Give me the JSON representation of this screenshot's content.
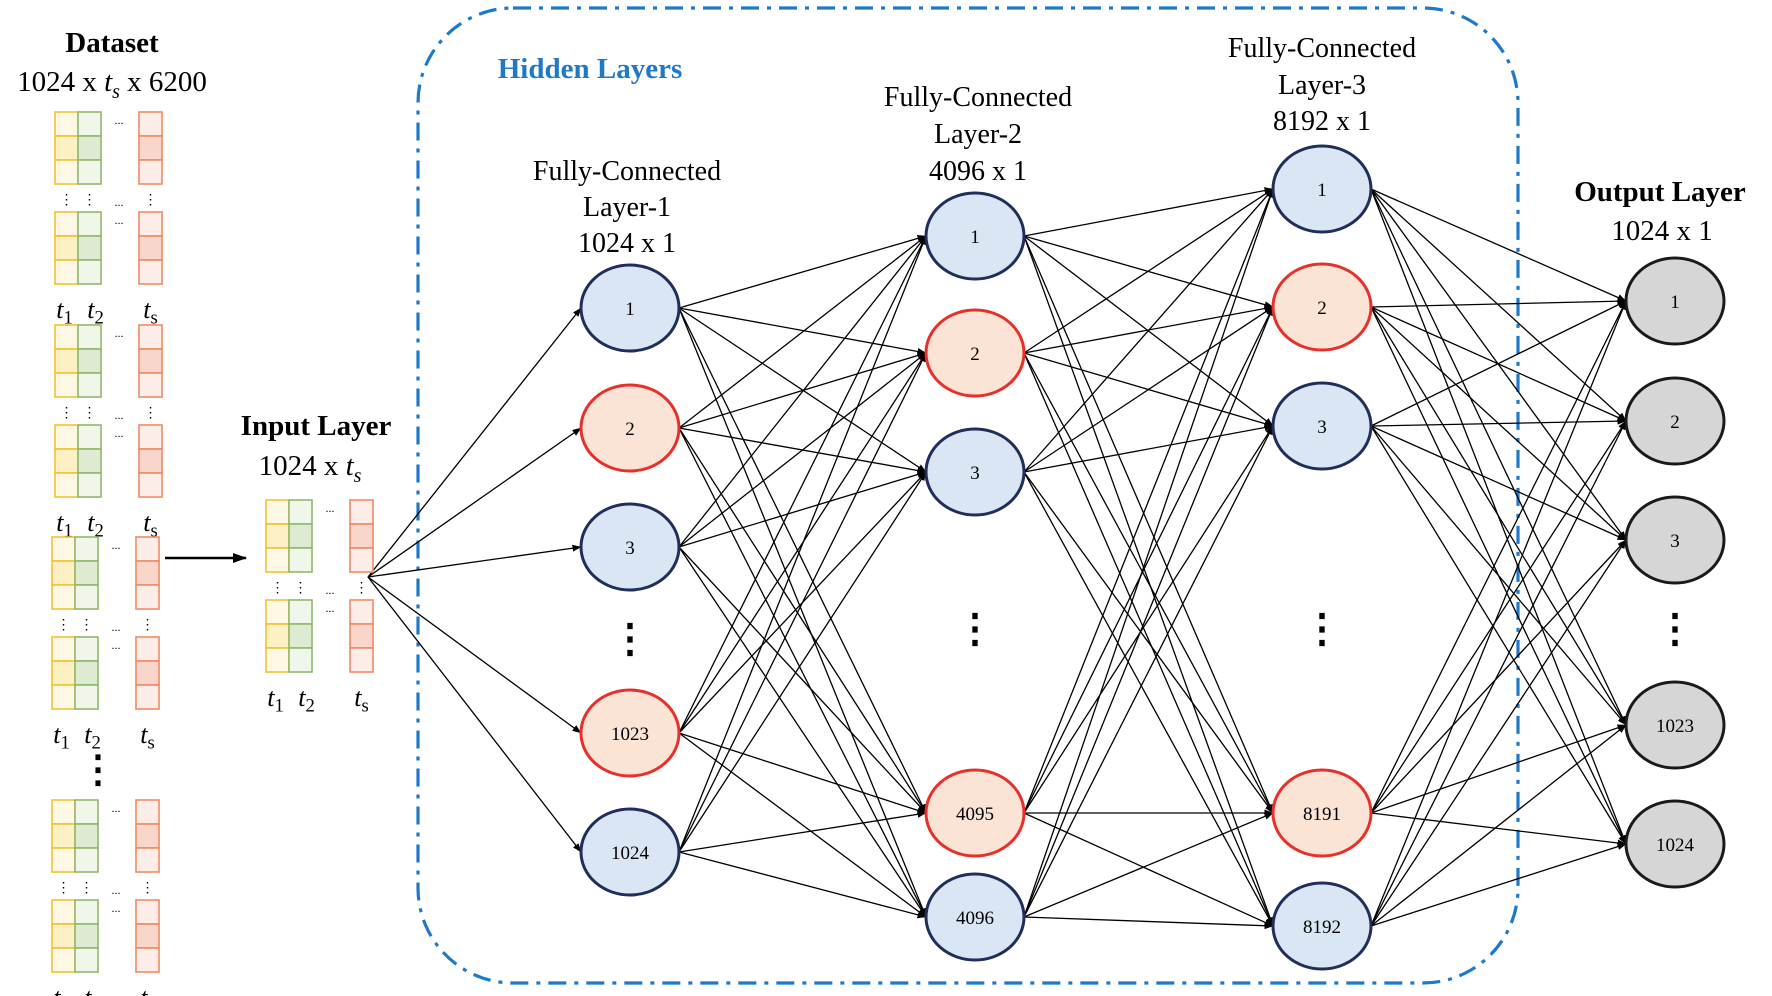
{
  "dataset": {
    "title": "Dataset",
    "shape_prefix": "1024 x ",
    "shape_var": "t",
    "shape_sub": "s",
    "shape_suffix": " x 6200",
    "label_t1": "t",
    "label_t1_sub": "1",
    "label_t2": "t",
    "label_t2_sub": "2",
    "label_ts": "t",
    "label_ts_sub": "s",
    "ellipsis": "⋮",
    "dots": "..."
  },
  "input_layer": {
    "title": "Input Layer",
    "shape_prefix": "1024 x ",
    "shape_var": "t",
    "shape_sub": "s"
  },
  "hidden": {
    "title": "Hidden Layers",
    "fc1": {
      "line1": "Fully-Connected",
      "line2": "Layer-1",
      "line3": "1024 x 1"
    },
    "fc2": {
      "line1": "Fully-Connected",
      "line2": "Layer-2",
      "line3": "4096 x 1"
    },
    "fc3": {
      "line1": "Fully-Connected",
      "line2": "Layer-3",
      "line3": "8192 x 1"
    }
  },
  "output_layer": {
    "title": "Output Layer",
    "shape": "1024 x 1"
  },
  "layers": [
    {
      "id": "fc1",
      "nodes": [
        {
          "label": "1",
          "status": "normal"
        },
        {
          "label": "2",
          "status": "highlight"
        },
        {
          "label": "3",
          "status": "normal"
        },
        {
          "label": "1023",
          "status": "highlight"
        },
        {
          "label": "1024",
          "status": "normal"
        }
      ]
    },
    {
      "id": "fc2",
      "nodes": [
        {
          "label": "1",
          "status": "normal"
        },
        {
          "label": "2",
          "status": "highlight"
        },
        {
          "label": "3",
          "status": "normal"
        },
        {
          "label": "4095",
          "status": "highlight"
        },
        {
          "label": "4096",
          "status": "normal"
        }
      ]
    },
    {
      "id": "fc3",
      "nodes": [
        {
          "label": "1",
          "status": "normal"
        },
        {
          "label": "2",
          "status": "highlight"
        },
        {
          "label": "3",
          "status": "normal"
        },
        {
          "label": "8191",
          "status": "highlight"
        },
        {
          "label": "8192",
          "status": "normal"
        }
      ]
    },
    {
      "id": "out",
      "nodes": [
        {
          "label": "1",
          "status": "output"
        },
        {
          "label": "2",
          "status": "output"
        },
        {
          "label": "3",
          "status": "output"
        },
        {
          "label": "1023",
          "status": "output"
        },
        {
          "label": "1024",
          "status": "output"
        }
      ]
    }
  ],
  "colors": {
    "normal_fill": "#dae6f3",
    "normal_stroke": "#1f2e5a",
    "highlight_fill": "#fbe3d6",
    "highlight_stroke": "#e8302a",
    "output_fill": "#d6d6d6",
    "output_stroke": "#1a1a1a",
    "hidden_border": "#1f78c8",
    "hidden_title": "#1f78c8",
    "yellow_fill": "#fdf0c4",
    "yellow_stroke": "#f2c230",
    "green_fill": "#dfead2",
    "green_stroke": "#8fb86a",
    "orange_fill": "#f9d6cb",
    "orange_stroke": "#ee8a63"
  }
}
